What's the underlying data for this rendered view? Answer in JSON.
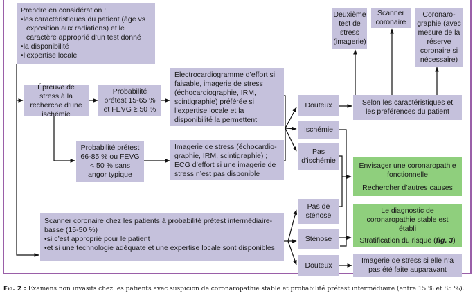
{
  "considerations": {
    "title": "Prendre en considération :",
    "items": [
      "les caractéristiques du patient (âge vs exposition aux radiations) et le caractère approprié d’un test donné",
      "la disponibilité",
      "l’expertise locale"
    ]
  },
  "top_outcomes": {
    "second_test": "Deuxième test de stress (imagerie)",
    "scanner": "Scanner coronaire",
    "coronarography": "Coronaro-graphie (avec mesure de la réserve coronaire si nécessaire)"
  },
  "stress_test": "Épreuve de stress à la recherche d’une ischémie",
  "prob_low": "Probabilité prétest 15-65 % et FEVG ≥ 50 %",
  "ecg_option": "Électrocardiogramme d’effort si faisable, imagerie de stress (échocardiographie, IRM, scintigraphie) préférée si l’expertise locale et la disponibilité la permettent",
  "prob_high": "Probabilité prétest 66-85 % ou FEVG < 50 % sans angor typique",
  "imaging_option": "Imagerie de stress (échocardio-graphie, IRM, scintigraphie) ; ECG d’effort si une imagerie de stress n’est pas disponible",
  "stress_results": {
    "doubtful": "Douteux",
    "ischemia": "Ischémie",
    "no_ischemia": "Pas d’ischémie"
  },
  "patient_prefs": "Selon les caractéristiques et les préférences du patient",
  "functional": {
    "line1": "Envisager une coronaropathie fonctionnelle",
    "line2": "Rechercher d’autres causes"
  },
  "scanner_box": {
    "title": "Scanner coronaire chez les patients à probabilité prétest intermédiaire-basse (15-50 %)",
    "items": [
      "si c’est approprié pour le patient",
      "et si une technologie adéquate et une expertise locale sont disponibles"
    ]
  },
  "scanner_results": {
    "no_stenosis": "Pas de sténose",
    "stenosis": "Sténose",
    "doubtful": "Douteux"
  },
  "diagnosis": {
    "line1": "Le diagnostic de coronaropathie stable est établi",
    "line2_prefix": "Stratification du risque (",
    "line2_ref": "fig. 3",
    "line2_suffix": ")"
  },
  "imaging_if_not_done": "Imagerie de stress si elle n’a pas été faite auparavant",
  "caption": {
    "label": "Fig. 2 :",
    "text": " Examens non invasifs chez les patients avec suspicion de coronaropathie stable et probabilité prétest intermédiaire (entre 15 % et 85 %)."
  },
  "colors": {
    "box": "#c5c1dc",
    "green": "#8fcf7d",
    "frame": "#9a5fa8"
  }
}
